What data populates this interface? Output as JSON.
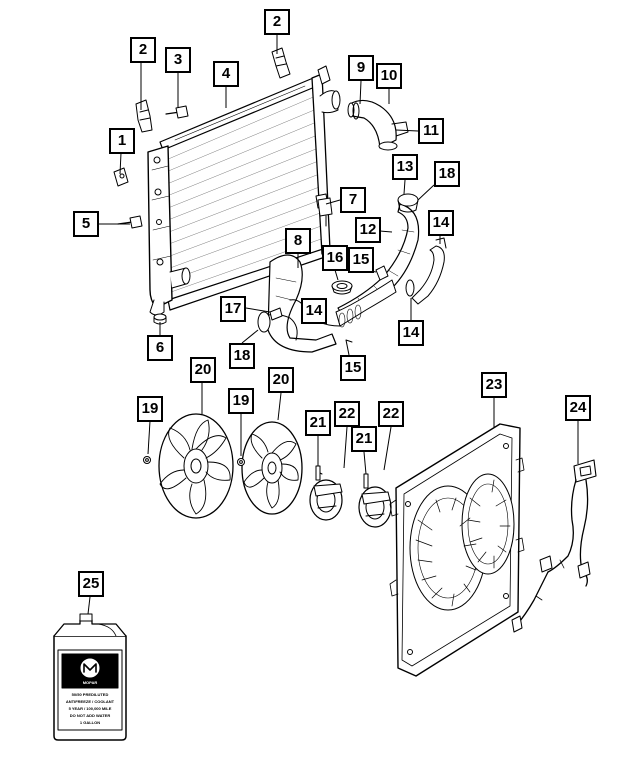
{
  "diagram": {
    "callouts": [
      {
        "id": "c1",
        "number": "1"
      },
      {
        "id": "c2a",
        "number": "2"
      },
      {
        "id": "c2b",
        "number": "2"
      },
      {
        "id": "c3",
        "number": "3"
      },
      {
        "id": "c4",
        "number": "4"
      },
      {
        "id": "c5",
        "number": "5"
      },
      {
        "id": "c6",
        "number": "6"
      },
      {
        "id": "c7",
        "number": "7"
      },
      {
        "id": "c8",
        "number": "8"
      },
      {
        "id": "c9",
        "number": "9"
      },
      {
        "id": "c10",
        "number": "10"
      },
      {
        "id": "c11",
        "number": "11"
      },
      {
        "id": "c12",
        "number": "12"
      },
      {
        "id": "c13",
        "number": "13"
      },
      {
        "id": "c14a",
        "number": "14"
      },
      {
        "id": "c14b",
        "number": "14"
      },
      {
        "id": "c14c",
        "number": "14"
      },
      {
        "id": "c15a",
        "number": "15"
      },
      {
        "id": "c15b",
        "number": "15"
      },
      {
        "id": "c16",
        "number": "16"
      },
      {
        "id": "c17",
        "number": "17"
      },
      {
        "id": "c18a",
        "number": "18"
      },
      {
        "id": "c18b",
        "number": "18"
      },
      {
        "id": "c19a",
        "number": "19"
      },
      {
        "id": "c19b",
        "number": "19"
      },
      {
        "id": "c20a",
        "number": "20"
      },
      {
        "id": "c20b",
        "number": "20"
      },
      {
        "id": "c21a",
        "number": "21"
      },
      {
        "id": "c21b",
        "number": "21"
      },
      {
        "id": "c22a",
        "number": "22"
      },
      {
        "id": "c22b",
        "number": "22"
      },
      {
        "id": "c23",
        "number": "23"
      },
      {
        "id": "c24",
        "number": "24"
      },
      {
        "id": "c25",
        "number": "25"
      }
    ],
    "jug_label": {
      "brand": "MOPAR",
      "line1": "50/50 PREDILUTED",
      "line2": "ANTIFREEZE / COOLANT",
      "line3": "5 YEAR / 100,000 MILE",
      "line4": "DO NOT ADD WATER",
      "line5": "1 GALLON"
    }
  }
}
